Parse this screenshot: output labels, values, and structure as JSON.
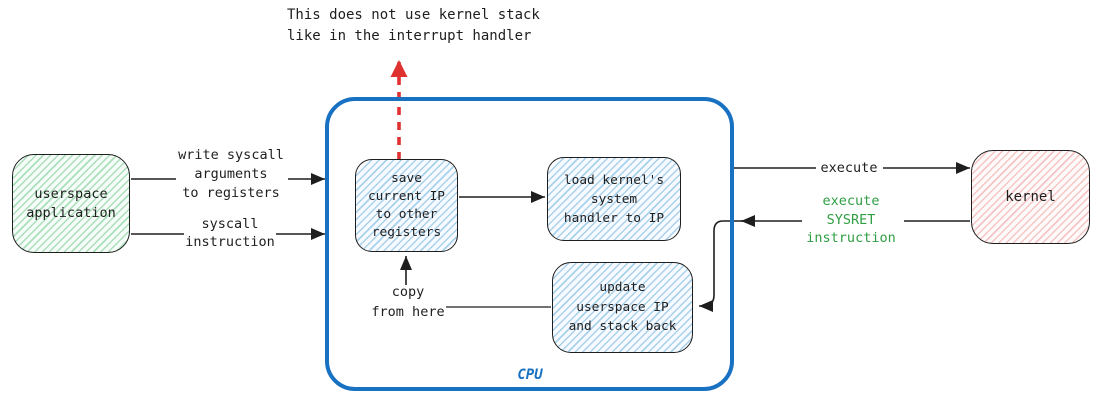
{
  "note": {
    "text": "This does not use kernel stack\nlike in the interrupt handler"
  },
  "nodes": {
    "userspace": {
      "label": "userspace\napplication"
    },
    "kernel": {
      "label": "kernel"
    },
    "cpu": {
      "label": "CPU"
    },
    "save": {
      "label": "save\ncurrent IP\nto other\nregisters"
    },
    "load": {
      "label": "load kernel's\nsystem\nhandler to IP"
    },
    "update": {
      "label": "update\nuserspace IP\nand stack back"
    }
  },
  "edges": {
    "write_args": {
      "label": "write syscall\narguments\nto registers"
    },
    "syscall": {
      "label": "syscall\ninstruction"
    },
    "execute": {
      "label": "execute"
    },
    "sysret": {
      "label": "execute\nSYSRET\ninstruction"
    },
    "copy": {
      "label": "copy\nfrom here"
    }
  },
  "colors": {
    "ink": "#1e1e1e",
    "cpu_border_blue": "#1971c2",
    "warning_red": "#e03131",
    "sysret_green": "#2f9e44",
    "fill_blue": "#a9d1ec",
    "fill_green": "#aadfbb",
    "fill_pink": "#f4c6c5"
  }
}
